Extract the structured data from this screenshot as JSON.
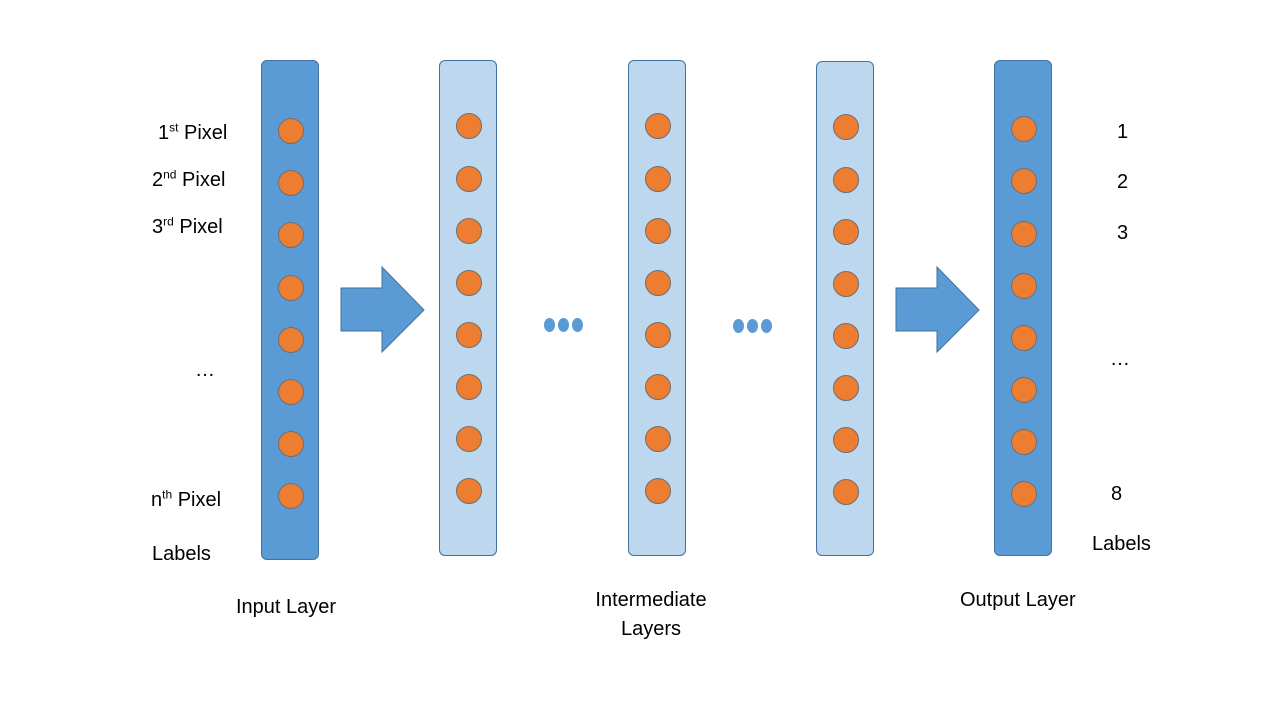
{
  "input_labels": {
    "pixel1": {
      "num": "1",
      "sup": "st",
      "word": " Pixel"
    },
    "pixel2": {
      "num": "2",
      "sup": "nd",
      "word": " Pixel"
    },
    "pixel3": {
      "num": "3",
      "sup": "rd",
      "word": " Pixel"
    },
    "ellipsis": "…",
    "pixeln": {
      "num": "n",
      "sup": "th",
      "word": " Pixel"
    },
    "labels": "Labels"
  },
  "output_labels": {
    "l1": "1",
    "l2": "2",
    "l3": "3",
    "ellipsis": "…",
    "l8": "8",
    "labels": "Labels"
  },
  "captions": {
    "input_layer": "Input Layer",
    "intermediate_line1": "Intermediate",
    "intermediate_line2": "Layers",
    "output_layer": "Output Layer"
  },
  "colors": {
    "input_output_layer": "#5b9bd5",
    "intermediate_layer": "#bdd7ee",
    "node": "#ed7d31",
    "arrow": "#5b9bd5"
  }
}
